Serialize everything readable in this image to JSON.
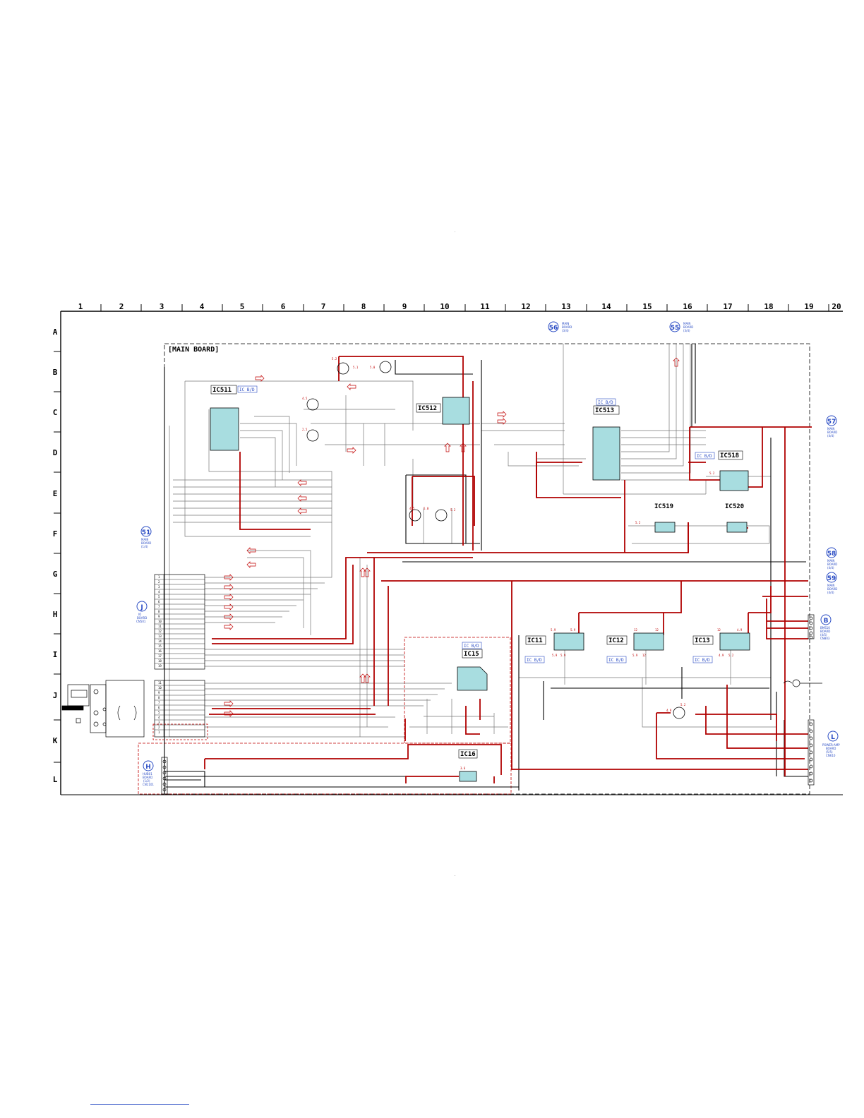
{
  "board_title": "[MAIN BOARD]",
  "grid": {
    "columns": [
      "1",
      "2",
      "3",
      "4",
      "5",
      "6",
      "7",
      "8",
      "9",
      "10",
      "11",
      "12",
      "13",
      "14",
      "15",
      "16",
      "17",
      "18",
      "19",
      "20"
    ],
    "rows": [
      "A",
      "B",
      "C",
      "D",
      "E",
      "F",
      "G",
      "H",
      "I",
      "J",
      "K",
      "L"
    ]
  },
  "ics": [
    {
      "id": "ic511",
      "label": "IC511",
      "badge": "IC B/D"
    },
    {
      "id": "ic512",
      "label": "IC512",
      "badge": ""
    },
    {
      "id": "ic513",
      "label": "IC513",
      "badge": "IC B/D"
    },
    {
      "id": "ic518",
      "label": "IC518",
      "badge": "IC B/D"
    },
    {
      "id": "ic519",
      "label": "IC519",
      "badge": ""
    },
    {
      "id": "ic520",
      "label": "IC520",
      "badge": ""
    },
    {
      "id": "ic11",
      "label": "IC11",
      "badge": "IC B/D"
    },
    {
      "id": "ic12",
      "label": "IC12",
      "badge": "IC B/D"
    },
    {
      "id": "ic13",
      "label": "IC13",
      "badge": "IC B/D"
    },
    {
      "id": "ic15",
      "label": "IC15",
      "badge": "IC B/D"
    },
    {
      "id": "ic16",
      "label": "IC16",
      "badge": ""
    }
  ],
  "connectors": [
    {
      "id": "c56",
      "number": "56",
      "lines": [
        "MAIN",
        "BOARD",
        "(3/4)"
      ]
    },
    {
      "id": "c55",
      "number": "55",
      "lines": [
        "MAIN",
        "BOARD",
        "(3/4)"
      ]
    },
    {
      "id": "c57",
      "number": "57",
      "lines": [
        "MAIN",
        "BOARD",
        "(4/4)"
      ]
    },
    {
      "id": "c51",
      "number": "51",
      "lines": [
        "MAIN",
        "BOARD",
        "(1/4)"
      ]
    },
    {
      "id": "c58",
      "number": "58",
      "lines": [
        "MAIN",
        "BOARD",
        "(4/4)"
      ]
    },
    {
      "id": "c59",
      "number": "59",
      "lines": [
        "MAIN",
        "BOARD",
        "(4/4)"
      ]
    },
    {
      "id": "cJ",
      "number": "J",
      "lines": [
        "IO",
        "BOARD",
        "CN501"
      ]
    },
    {
      "id": "cB",
      "number": "B",
      "lines": [
        "BMS10",
        "BOARD",
        "(4/5)",
        "CN803"
      ]
    },
    {
      "id": "cL",
      "number": "L",
      "lines": [
        "POWER-AMP",
        "BOARD",
        "(5/5)",
        "CN610"
      ]
    },
    {
      "id": "cH",
      "number": "H",
      "lines": [
        "HUB01",
        "BOARD",
        "(1/2)",
        "CN1101"
      ]
    }
  ],
  "io_pins_upper": [
    "1",
    "2",
    "3",
    "4",
    "5",
    "6",
    "7",
    "8",
    "9",
    "10",
    "11",
    "12",
    "13",
    "14",
    "15",
    "16",
    "17",
    "18",
    "19"
  ],
  "io_pins_lower": [
    "11",
    "10",
    "9",
    "8",
    "7",
    "6",
    "5",
    "4",
    "3",
    "2",
    "1"
  ],
  "voltages": [
    "5.2",
    "5.1",
    "4.5",
    "2.5",
    "5.0",
    "4.5",
    "5.0",
    "5.2",
    "5.2",
    "5.9",
    "5.9",
    "5.9",
    "5.9",
    "5.2",
    "12",
    "12",
    "5.9",
    "12",
    "12",
    "4.9",
    "4.9",
    "5.2",
    "4.8",
    "5.2",
    "3.6"
  ]
}
